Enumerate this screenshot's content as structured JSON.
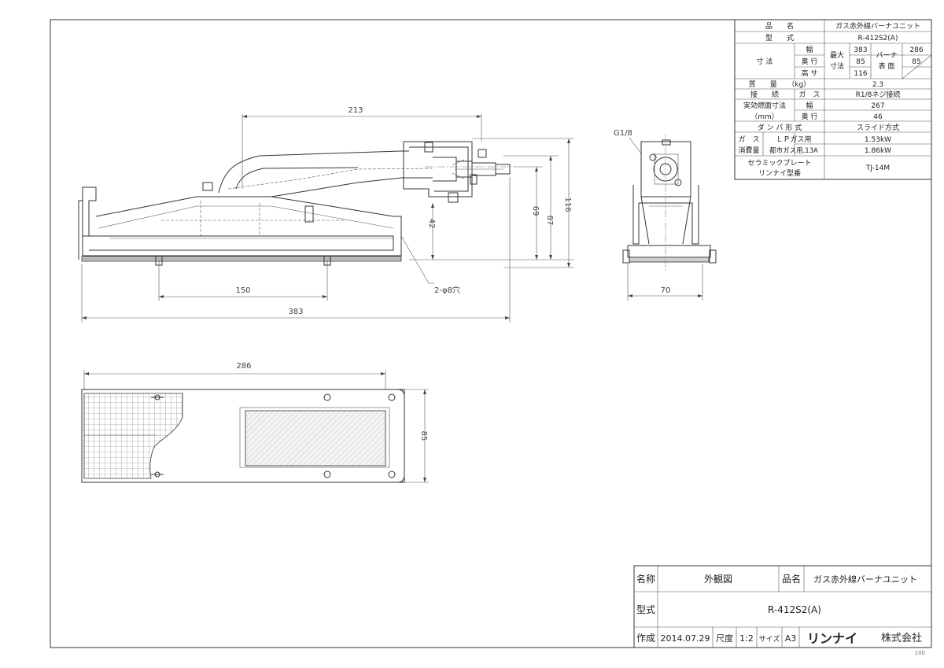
{
  "spec": {
    "product_name_label": "品　　名",
    "product_name": "ガス赤外線バーナユニット",
    "model_label": "型　　式",
    "model": "R-412S2(A)",
    "dims_label": "寸 法",
    "width_label": "幅",
    "depth_label": "奥 行",
    "height_label": "高 サ",
    "max_dims_label_1": "最大",
    "max_dims_label_2": "寸法",
    "max_width": "383",
    "max_depth": "85",
    "max_height": "116",
    "burner_face_label_1": "バーナ",
    "burner_face_label_2": "表 面",
    "burner_width": "286",
    "burner_depth": "85",
    "mass_label": "質　　量　　（kg）",
    "mass": "2.3",
    "connection_label": "接　　続",
    "connection_gas_label": "ガ　ス",
    "connection": "R1/8ネジ接続",
    "effective_label_1": "実効燃面寸法",
    "effective_label_2": "（mm）",
    "effective_width_label": "幅",
    "effective_width": "267",
    "effective_depth_label": "奥 行",
    "effective_depth": "46",
    "damper_label": "ダ ン パ 形 式",
    "damper": "スライド方式",
    "gas_label": "ガ　ス",
    "consumption_label": "消費量",
    "lp_label": "ＬＰガス用",
    "lp_value": "1.53kW",
    "city_label": "都市ガス用,13A",
    "city_value": "1.86kW",
    "ceramic_label_1": "セラミックプレート",
    "ceramic_label_2": "リンナイ型番",
    "ceramic_value": "TJ-14M"
  },
  "dimensions": {
    "d213": "213",
    "d150": "150",
    "d383": "383",
    "d42": "42",
    "d69": "69",
    "d87": "87",
    "d116": "116",
    "d70": "70",
    "d286": "286",
    "d85": "85",
    "hole_note": "2-φ8穴",
    "thread_note": "G1/8"
  },
  "title_block": {
    "name_label": "名称",
    "name_value": "外観図",
    "product_label": "品名",
    "product_value": "ガス赤外線バーナユニット",
    "model_label": "型式",
    "model_value": "R-412S2(A)",
    "created_label": "作成",
    "created_value": "2014.07.29",
    "scale_label": "尺度",
    "scale_value": "1:2",
    "size_label": "サイズ",
    "size_value": "A3",
    "company_logo": "リンナイ",
    "company_suffix": "株式会社",
    "page_number": "100"
  }
}
